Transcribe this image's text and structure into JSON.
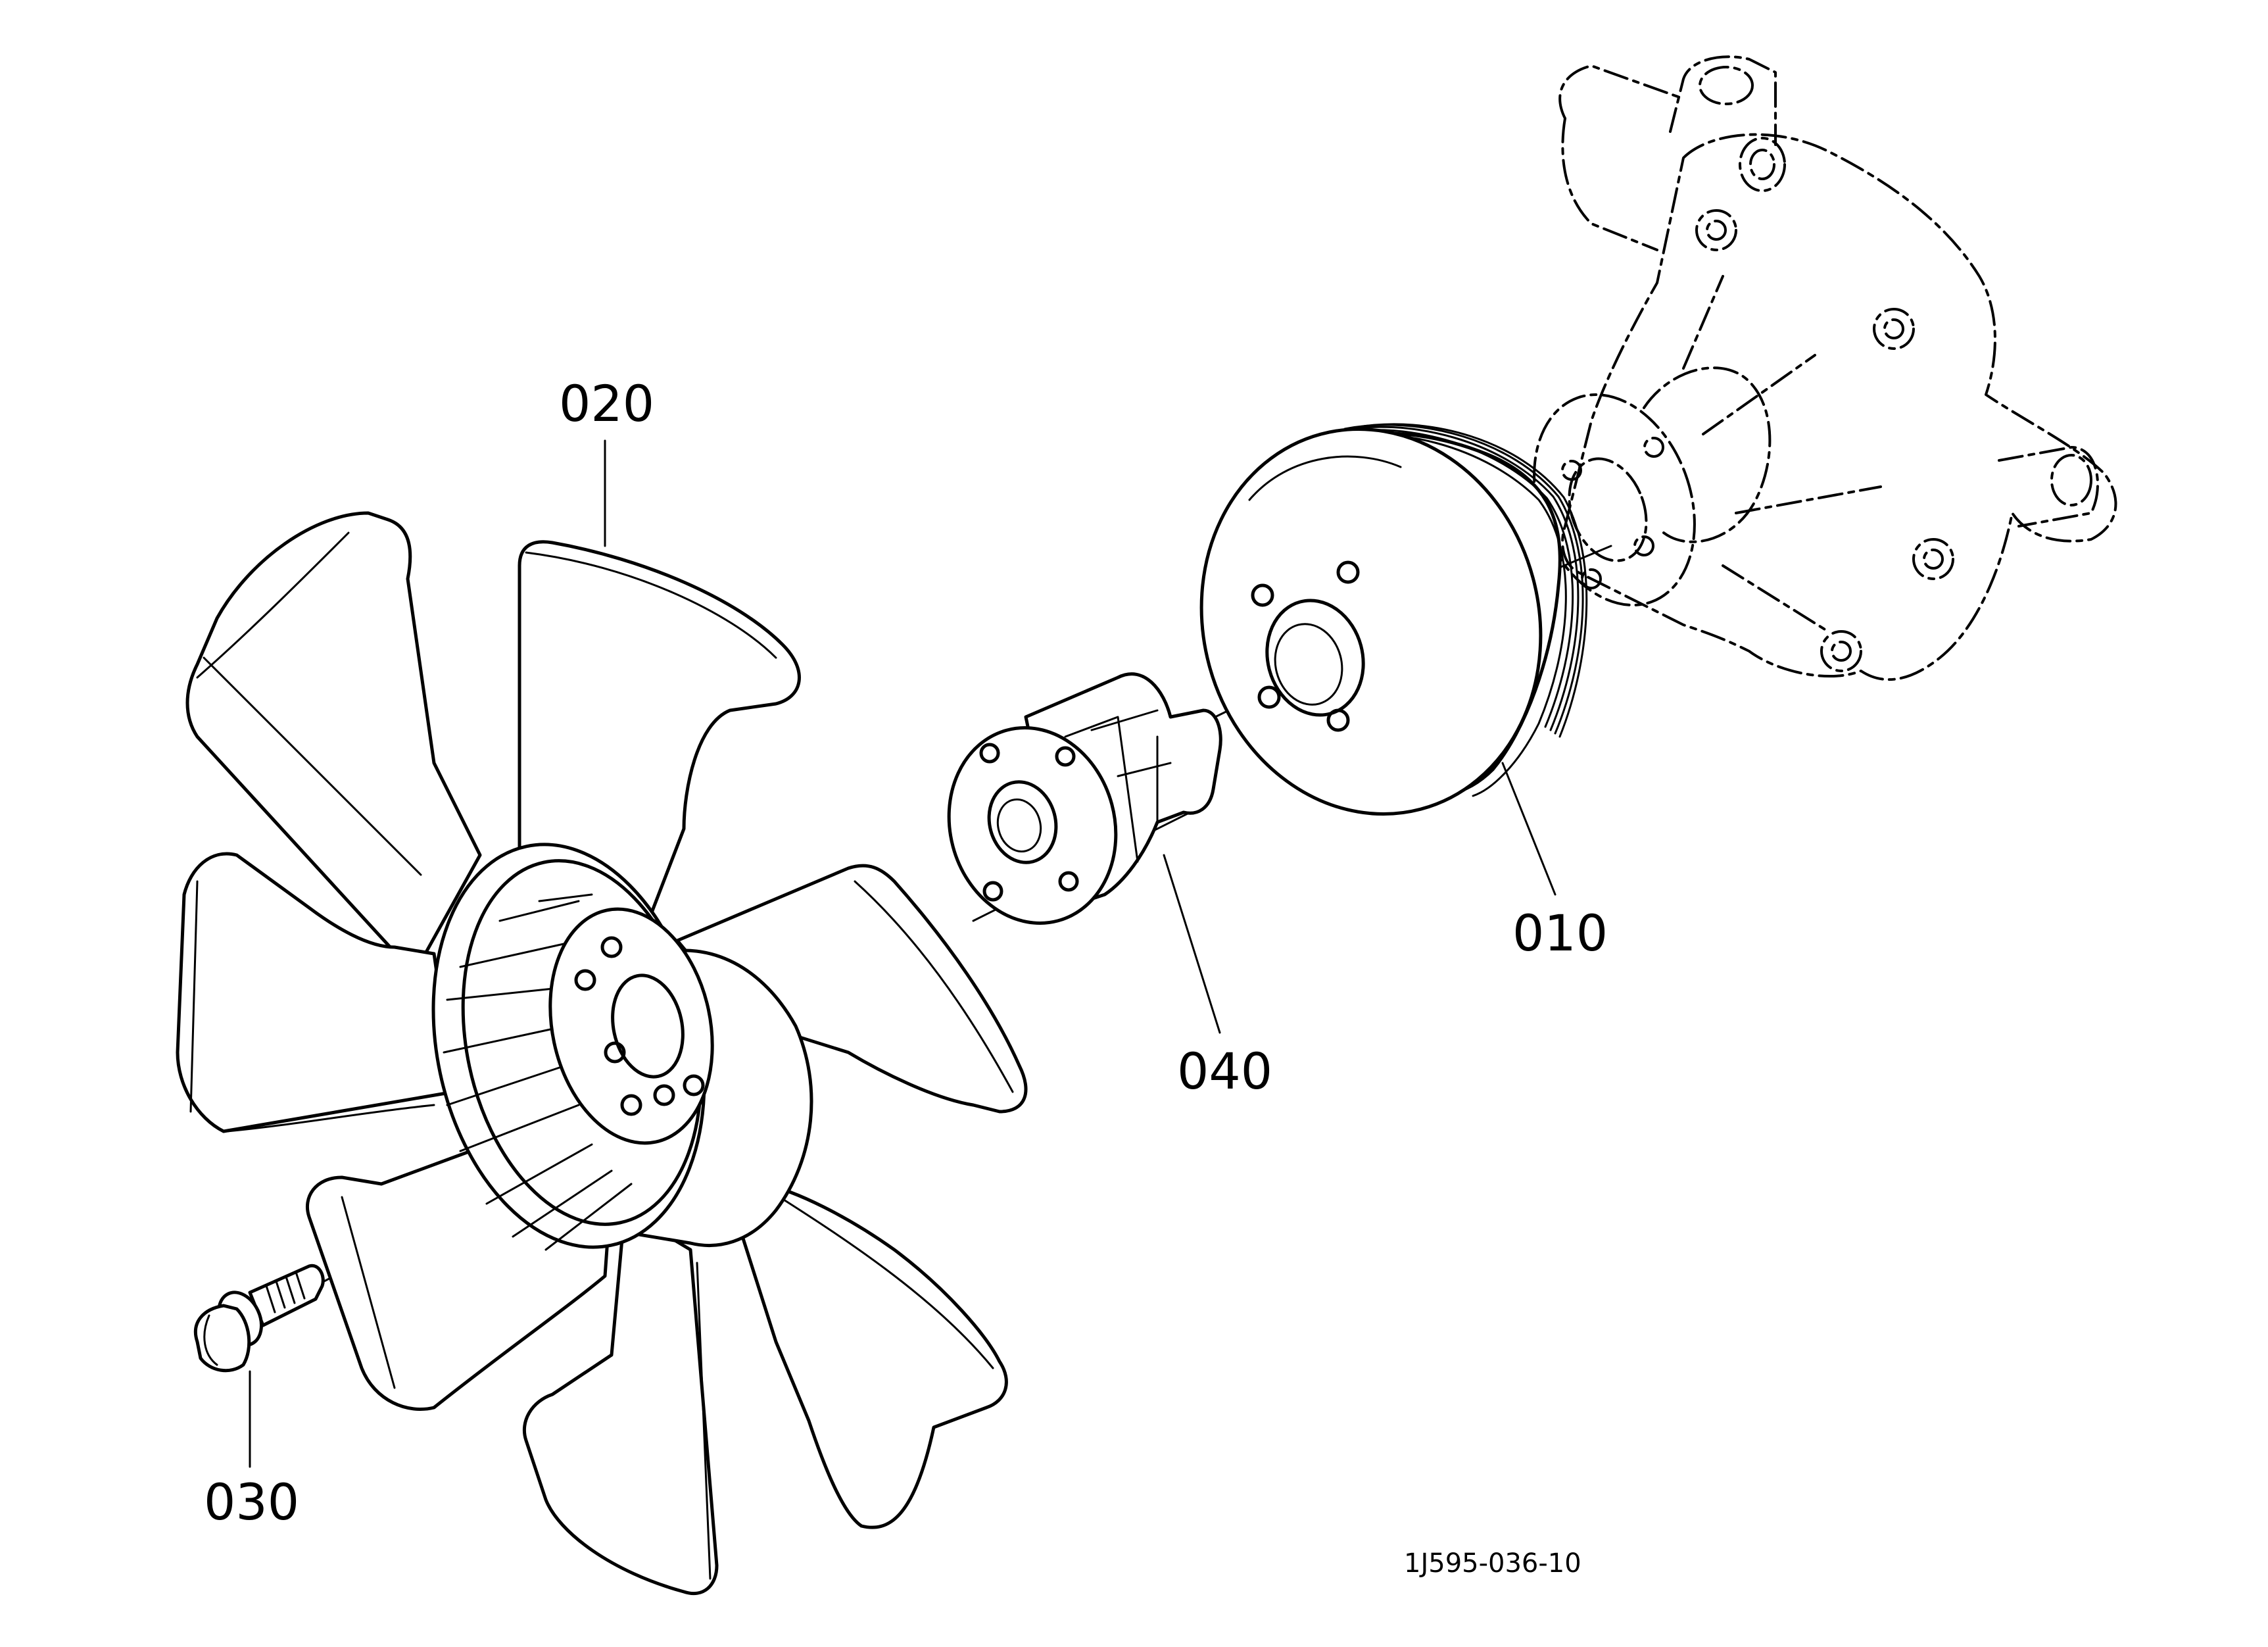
{
  "parts": [
    {
      "ref": "010"
    },
    {
      "ref": "020"
    },
    {
      "ref": "030"
    },
    {
      "ref": "040"
    }
  ],
  "drawing_code": "1J595-036-10",
  "colors": {
    "line": "#000000",
    "background": "#ffffff"
  }
}
